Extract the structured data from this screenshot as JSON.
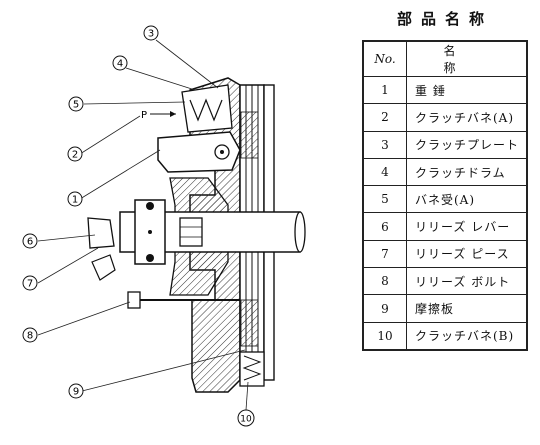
{
  "diagram": {
    "pointer_label": "P",
    "callouts": [
      "1",
      "2",
      "3",
      "4",
      "5",
      "6",
      "7",
      "8",
      "9",
      "10"
    ]
  },
  "parts_table": {
    "title": "部品名称",
    "headers": {
      "no": "No.",
      "name": "名　称"
    },
    "rows": [
      {
        "no": "1",
        "name": "重 錘"
      },
      {
        "no": "2",
        "name": "クラッチバネ(A)"
      },
      {
        "no": "3",
        "name": "クラッチプレート"
      },
      {
        "no": "4",
        "name": "クラッチドラム"
      },
      {
        "no": "5",
        "name": "バネ受(A)"
      },
      {
        "no": "6",
        "name": "リリーズ レバー"
      },
      {
        "no": "7",
        "name": "リリーズ ピース"
      },
      {
        "no": "8",
        "name": "リリーズ ボルト"
      },
      {
        "no": "9",
        "name": "摩擦板"
      },
      {
        "no": "10",
        "name": "クラッチバネ(B)"
      }
    ]
  }
}
